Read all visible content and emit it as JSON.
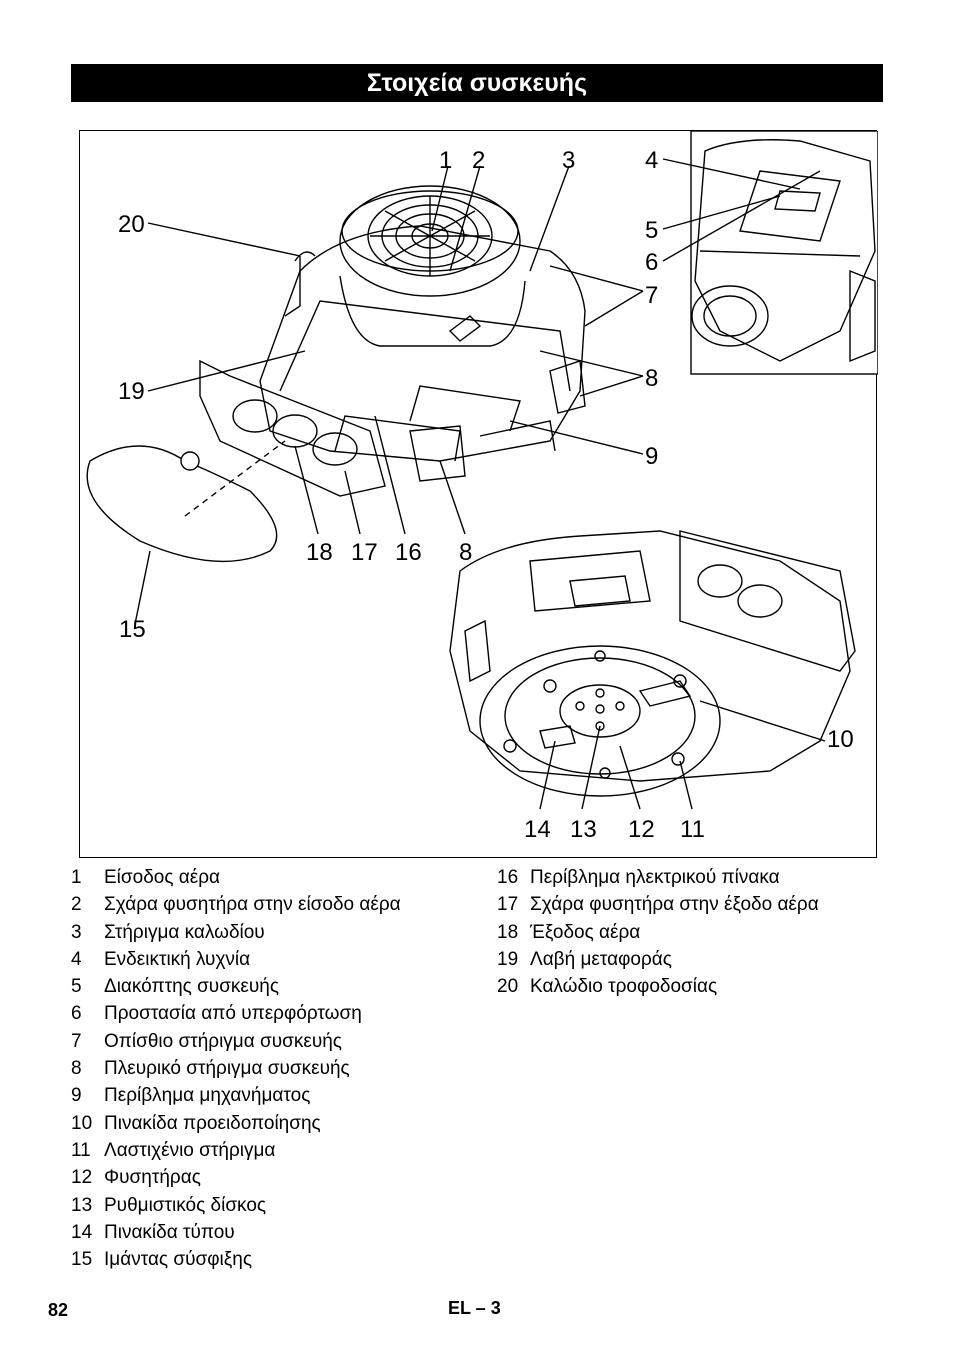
{
  "header": {
    "title": "Στοιχεία συσκευής"
  },
  "callouts": [
    "1",
    "2",
    "3",
    "4",
    "5",
    "6",
    "7",
    "8",
    "9",
    "10",
    "11",
    "12",
    "13",
    "14",
    "15",
    "16",
    "17",
    "18",
    "19",
    "20",
    "8"
  ],
  "legend_left": [
    {
      "num": "1",
      "text": "Είσοδος αέρα"
    },
    {
      "num": "2",
      "text": "Σχάρα φυσητήρα στην είσοδο αέρα"
    },
    {
      "num": "3",
      "text": "Στήριγμα καλωδίου"
    },
    {
      "num": "4",
      "text": "Ενδεικτική λυχνία"
    },
    {
      "num": "5",
      "text": "Διακόπτης συσκευής"
    },
    {
      "num": "6",
      "text": "Προστασία από υπερφόρτωση"
    },
    {
      "num": "7",
      "text": "Οπίσθιο στήριγμα συσκευής"
    },
    {
      "num": "8",
      "text": "Πλευρικό στήριγμα συσκευής"
    },
    {
      "num": "9",
      "text": "Περίβλημα μηχανήματος"
    },
    {
      "num": "10",
      "text": "Πινακίδα προειδοποίησης"
    },
    {
      "num": "11",
      "text": "Λαστιχένιο στήριγμα"
    },
    {
      "num": "12",
      "text": "Φυσητήρας"
    },
    {
      "num": "13",
      "text": "Ρυθμιστικός δίσκος"
    },
    {
      "num": "14",
      "text": "Πινακίδα τύπου"
    },
    {
      "num": "15",
      "text": "Ιμάντας σύσφιξης"
    }
  ],
  "legend_right": [
    {
      "num": "16",
      "text": "Περίβλημα ηλεκτρικού πίνακα"
    },
    {
      "num": "17",
      "text": "Σχάρα φυσητήρα στην έξοδο αέρα"
    },
    {
      "num": "18",
      "text": "Έξοδος αέρα"
    },
    {
      "num": "19",
      "text": "Λαβή μεταφοράς"
    },
    {
      "num": "20",
      "text": "Καλώδιο τροφοδοσίας"
    }
  ],
  "footer": {
    "page_number": "82",
    "lang_page": "EL – 3"
  }
}
